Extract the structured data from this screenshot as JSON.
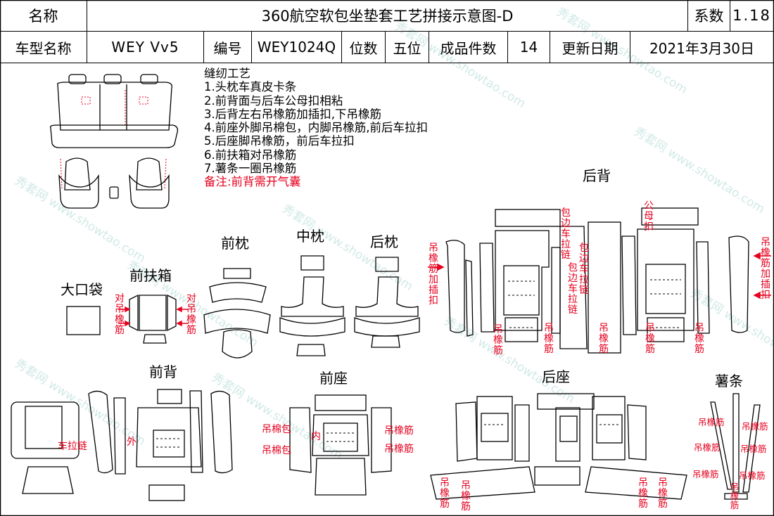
{
  "header": {
    "name_label": "名称",
    "title": "360航空软包坐垫套工艺拼接示意图-D",
    "coef_label": "系数",
    "coef_value": "1.18",
    "model_label": "车型名称",
    "model_value": "WEY Vv5",
    "code_label": "编号",
    "code_value": "WEY1024Q",
    "seats_label": "位数",
    "seats_value": "五位",
    "pieces_label": "成品件数",
    "pieces_value": "14",
    "date_label": "更新日期",
    "date_value": "2021年3月30日"
  },
  "notes": {
    "title": "缝纫工艺",
    "items": [
      "1.头枕车真皮卡条",
      "2.前背面与后车公母扣相粘",
      "3.后背左右吊橡筋加插扣,下吊橡筋",
      "4.前座外脚吊棉包，内脚吊橡筋,前后车拉扣",
      "5.后座脚吊橡筋，前后车拉扣",
      "6.前扶箱对吊橡筋",
      "7.薯条一圈吊橡筋"
    ],
    "remark": "备注:前背需开气囊"
  },
  "sections": {
    "front_headrest": "前枕",
    "middle_headrest": "中枕",
    "rear_headrest": "后枕",
    "rear_back": "后背",
    "big_pocket": "大口袋",
    "front_armrest": "前扶箱",
    "front_back": "前背",
    "front_seat": "前座",
    "rear_seat": "后座",
    "fries_strip": "薯条"
  },
  "annotations": {
    "elastic_plus_clip": "吊橡筋加插扣",
    "elastic": "吊橡筋",
    "pair_elastic": "对吊橡筋",
    "edge_zipper": "包边车拉链",
    "male_female_clip": "公母扣",
    "zipper": "车拉链",
    "outer": "外",
    "inner": "内",
    "cotton_pad": "吊棉包",
    "elastic_h": "吊橡筋"
  },
  "watermark": "秀套网 www.showtao.com",
  "colors": {
    "annotation_red": "#e6001e",
    "seam_red": "#e6001e",
    "line": "#000000",
    "watermark": "#c9e6e2"
  }
}
